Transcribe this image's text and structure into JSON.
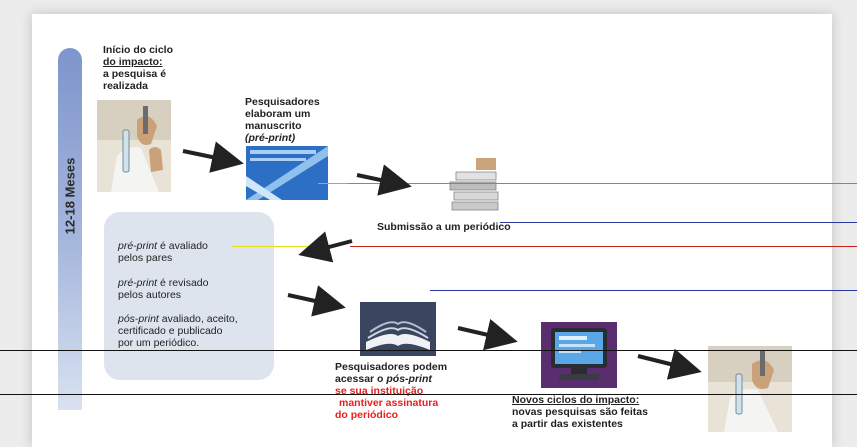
{
  "side_label": "12-18 Meses",
  "step1": {
    "line1": "Início do ciclo",
    "line2": "do impacto:",
    "line3": "a pesquisa é",
    "line4": "realizada"
  },
  "step2": {
    "line1": "Pesquisadores",
    "line2": "elaboram um",
    "line3": "manuscrito",
    "line4": "(pré-print)"
  },
  "step3": {
    "label": "Submissão a um periódico"
  },
  "panel": {
    "item1_em": "pré-print",
    "item1_rest": " é avaliado",
    "item1_line2": "pelos pares",
    "item2_em": "pré-print",
    "item2_rest": " é revisado",
    "item2_line2": "pelos autores",
    "item3_em": "pós-print",
    "item3_rest": " avaliado, aceito,",
    "item3_line2": "certificado e publicado",
    "item3_line3": "por um periódico."
  },
  "step4": {
    "line1": "Pesquisadores podem",
    "line2_a": "acessar o ",
    "line2_em": "pós-print",
    "line3": "se sua instituição",
    "line4": "mantiver assinatura",
    "line5": "do periódico"
  },
  "step5": {
    "line1": "Novos ciclos do impacto:",
    "line2": "novas pesquisas são feitas",
    "line3": "a partir das existentes"
  },
  "icons": [
    "lab-researcher-image",
    "document-manuscript-image",
    "journal-stack-image",
    "open-journal-image",
    "computer-monitor-image",
    "lab-researcher-image"
  ],
  "colors": {
    "bar_top": "#7e95cc",
    "panel": "#dde4ee",
    "highlight": "#e8201c",
    "arrow": "#222222"
  }
}
